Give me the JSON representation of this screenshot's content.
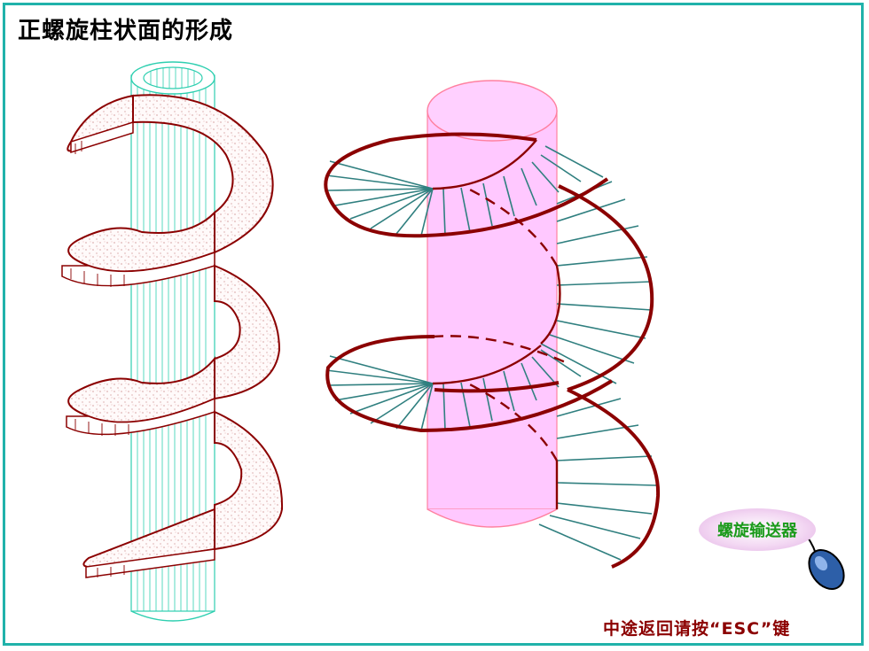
{
  "title": "正螺旋柱状面的形成",
  "link_button_label": "螺旋输送器",
  "footer_hint": "中途返回请按“ESC”键",
  "colors": {
    "frame": "#20b2aa",
    "helix": "#8b0000",
    "cylinder_left": "#2ecfb0",
    "cylinder_right": "#ffc8ff",
    "ruling": "#2f7f7f",
    "footer_text": "#8b0000",
    "link_text": "#1a9a1a"
  },
  "icons": [
    "mouse-icon"
  ]
}
